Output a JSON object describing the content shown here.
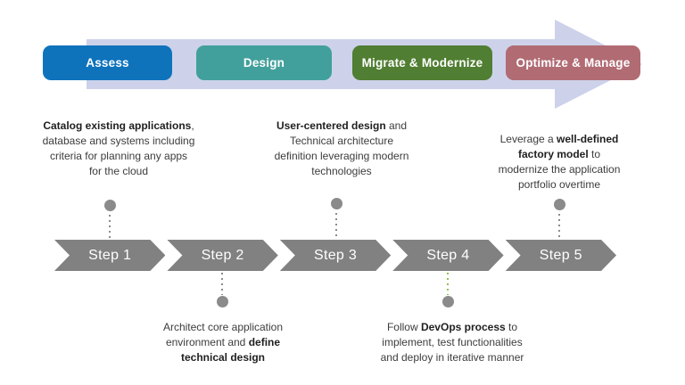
{
  "colors": {
    "band": "#cdd2ea",
    "chevron": "#818181",
    "dot": "#8b8b8b",
    "connector_gray": "#8b8b8b",
    "connector_green": "#90c14e",
    "phase_label_text": "#ffffff",
    "step_label_text": "#ffffff",
    "desc_text": "#3c3c3c",
    "desc_bold_text": "#1f1f1f"
  },
  "phases": [
    {
      "label": "Assess",
      "color": "#0f73bc"
    },
    {
      "label": "Design",
      "color": "#42a09c"
    },
    {
      "label": "Migrate & Modernize",
      "color": "#507e32"
    },
    {
      "label": "Optimize & Manage",
      "color": "#b16b73"
    }
  ],
  "steps": [
    {
      "label": "Step 1",
      "connector": {
        "position": "above",
        "color": "#8b8b8b"
      },
      "desc": {
        "pre": "",
        "bold": "Catalog existing applications",
        "post": ",\ndatabase and systems including\ncriteria for planning any apps\nfor the cloud"
      }
    },
    {
      "label": "Step 2",
      "connector": {
        "position": "below",
        "color": "#8b8b8b"
      },
      "desc": {
        "pre": "Architect core application\nenvironment and ",
        "bold": "define\ntechnical design",
        "post": ""
      }
    },
    {
      "label": "Step 3",
      "connector": {
        "position": "above",
        "color": "#8b8b8b"
      },
      "desc": {
        "pre": "",
        "bold": "User-centered design",
        "post": " and\nTechnical architecture\ndefinition leveraging modern\ntechnologies"
      }
    },
    {
      "label": "Step 4",
      "connector": {
        "position": "below",
        "color": "#90c14e"
      },
      "desc": {
        "pre": "Follow ",
        "bold": "DevOps process",
        "post": " to\nimplement, test functionalities\nand deploy in iterative manner"
      }
    },
    {
      "label": "Step 5",
      "connector": {
        "position": "above",
        "color": "#8b8b8b"
      },
      "desc": {
        "pre": "Leverage a ",
        "bold": "well-defined\nfactory model",
        "post": " to\nmodernize the application\nportfolio overtime"
      }
    }
  ]
}
